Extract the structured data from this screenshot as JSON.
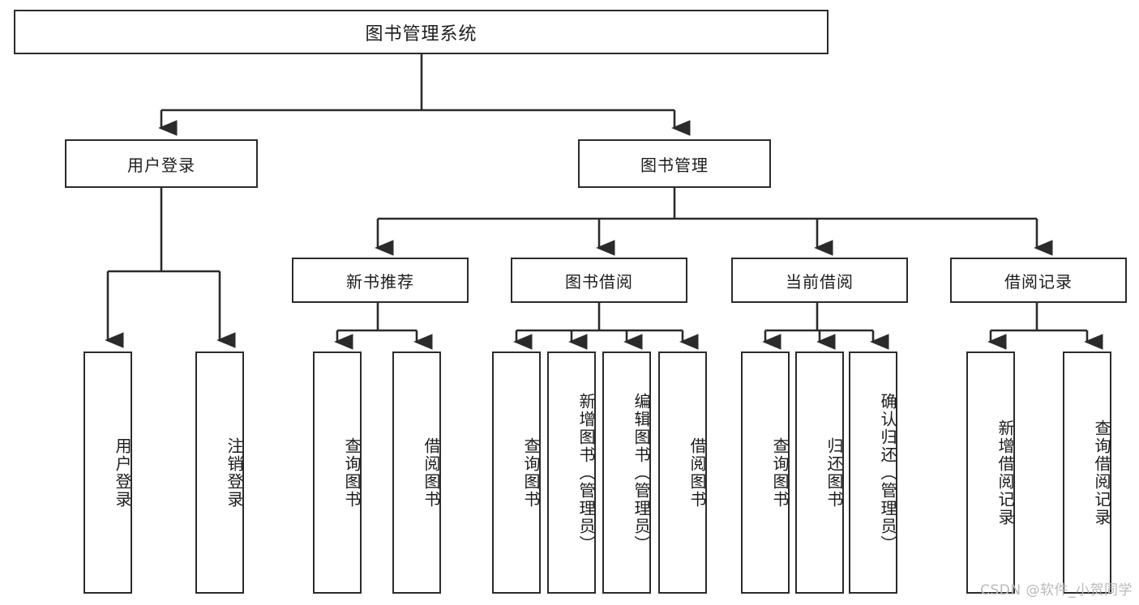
{
  "diagram": {
    "title": "图书管理系统",
    "type": "functional-hierarchy-tree",
    "root": {
      "id": "root",
      "label": "图书管理系统"
    },
    "level1": [
      {
        "id": "user-login",
        "label": "用户登录"
      },
      {
        "id": "book-manage",
        "label": "图书管理"
      }
    ],
    "level2": [
      {
        "id": "new-book-recommend",
        "label": "新书推荐",
        "parent": "book-manage"
      },
      {
        "id": "book-borrow",
        "label": "图书借阅",
        "parent": "book-manage"
      },
      {
        "id": "current-borrow",
        "label": "当前借阅",
        "parent": "book-manage"
      },
      {
        "id": "borrow-record",
        "label": "借阅记录",
        "parent": "book-manage"
      }
    ],
    "leaves": [
      {
        "id": "leaf-user-login",
        "label": "用户登录",
        "parent": "user-login"
      },
      {
        "id": "leaf-logout",
        "label": "注销登录",
        "parent": "user-login"
      },
      {
        "id": "leaf-query-book-1",
        "label": "查询图书",
        "parent": "new-book-recommend"
      },
      {
        "id": "leaf-borrow-book-1",
        "label": "借阅图书",
        "parent": "new-book-recommend"
      },
      {
        "id": "leaf-query-book-2",
        "label": "查询图书",
        "parent": "book-borrow"
      },
      {
        "id": "leaf-add-book",
        "label": "新增图书（管理员）",
        "parent": "book-borrow"
      },
      {
        "id": "leaf-edit-book",
        "label": "编辑图书（管理员）",
        "parent": "book-borrow"
      },
      {
        "id": "leaf-borrow-book-2",
        "label": "借阅图书",
        "parent": "book-borrow"
      },
      {
        "id": "leaf-query-book-3",
        "label": "查询图书",
        "parent": "current-borrow"
      },
      {
        "id": "leaf-return-book",
        "label": "归还图书",
        "parent": "current-borrow"
      },
      {
        "id": "leaf-confirm-return",
        "label": "确认归还（管理员）",
        "parent": "current-borrow"
      },
      {
        "id": "leaf-add-record",
        "label": "新增借阅记录",
        "parent": "borrow-record"
      },
      {
        "id": "leaf-query-record",
        "label": "查询借阅记录",
        "parent": "borrow-record"
      }
    ],
    "colors": {
      "background": "#ffffff",
      "box_fill": "#ffffff",
      "box_stroke": "#2b2b2b",
      "connector": "#2b2b2b",
      "text": "#1c1c1c",
      "watermark": "#b9b9b9"
    }
  },
  "watermark": {
    "text": "CSDN @软件_小贺同学"
  }
}
